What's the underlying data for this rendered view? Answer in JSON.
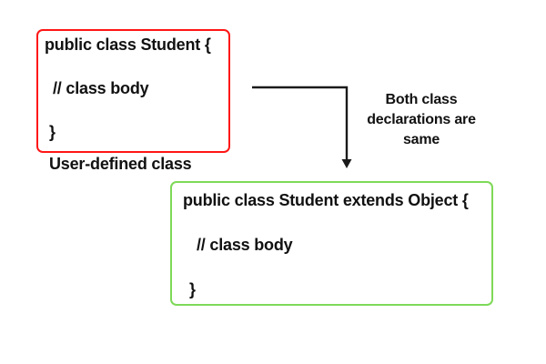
{
  "diagram": {
    "background_color": "#ffffff",
    "text_color": "#111111",
    "user_defined_box": {
      "border_color": "#ff1616",
      "lines": [
        "public class Student {",
        "// class body",
        "}"
      ],
      "caption": "User-defined class"
    },
    "object_box": {
      "border_color": "#7ed957",
      "lines": [
        "public class Student extends Object {",
        "// class body",
        "}"
      ]
    },
    "arrow": {
      "color": "#1a1a1a",
      "annotation": "Both class declarations are same",
      "annotation_lines": [
        "Both class",
        "declarations are",
        "same"
      ]
    }
  }
}
